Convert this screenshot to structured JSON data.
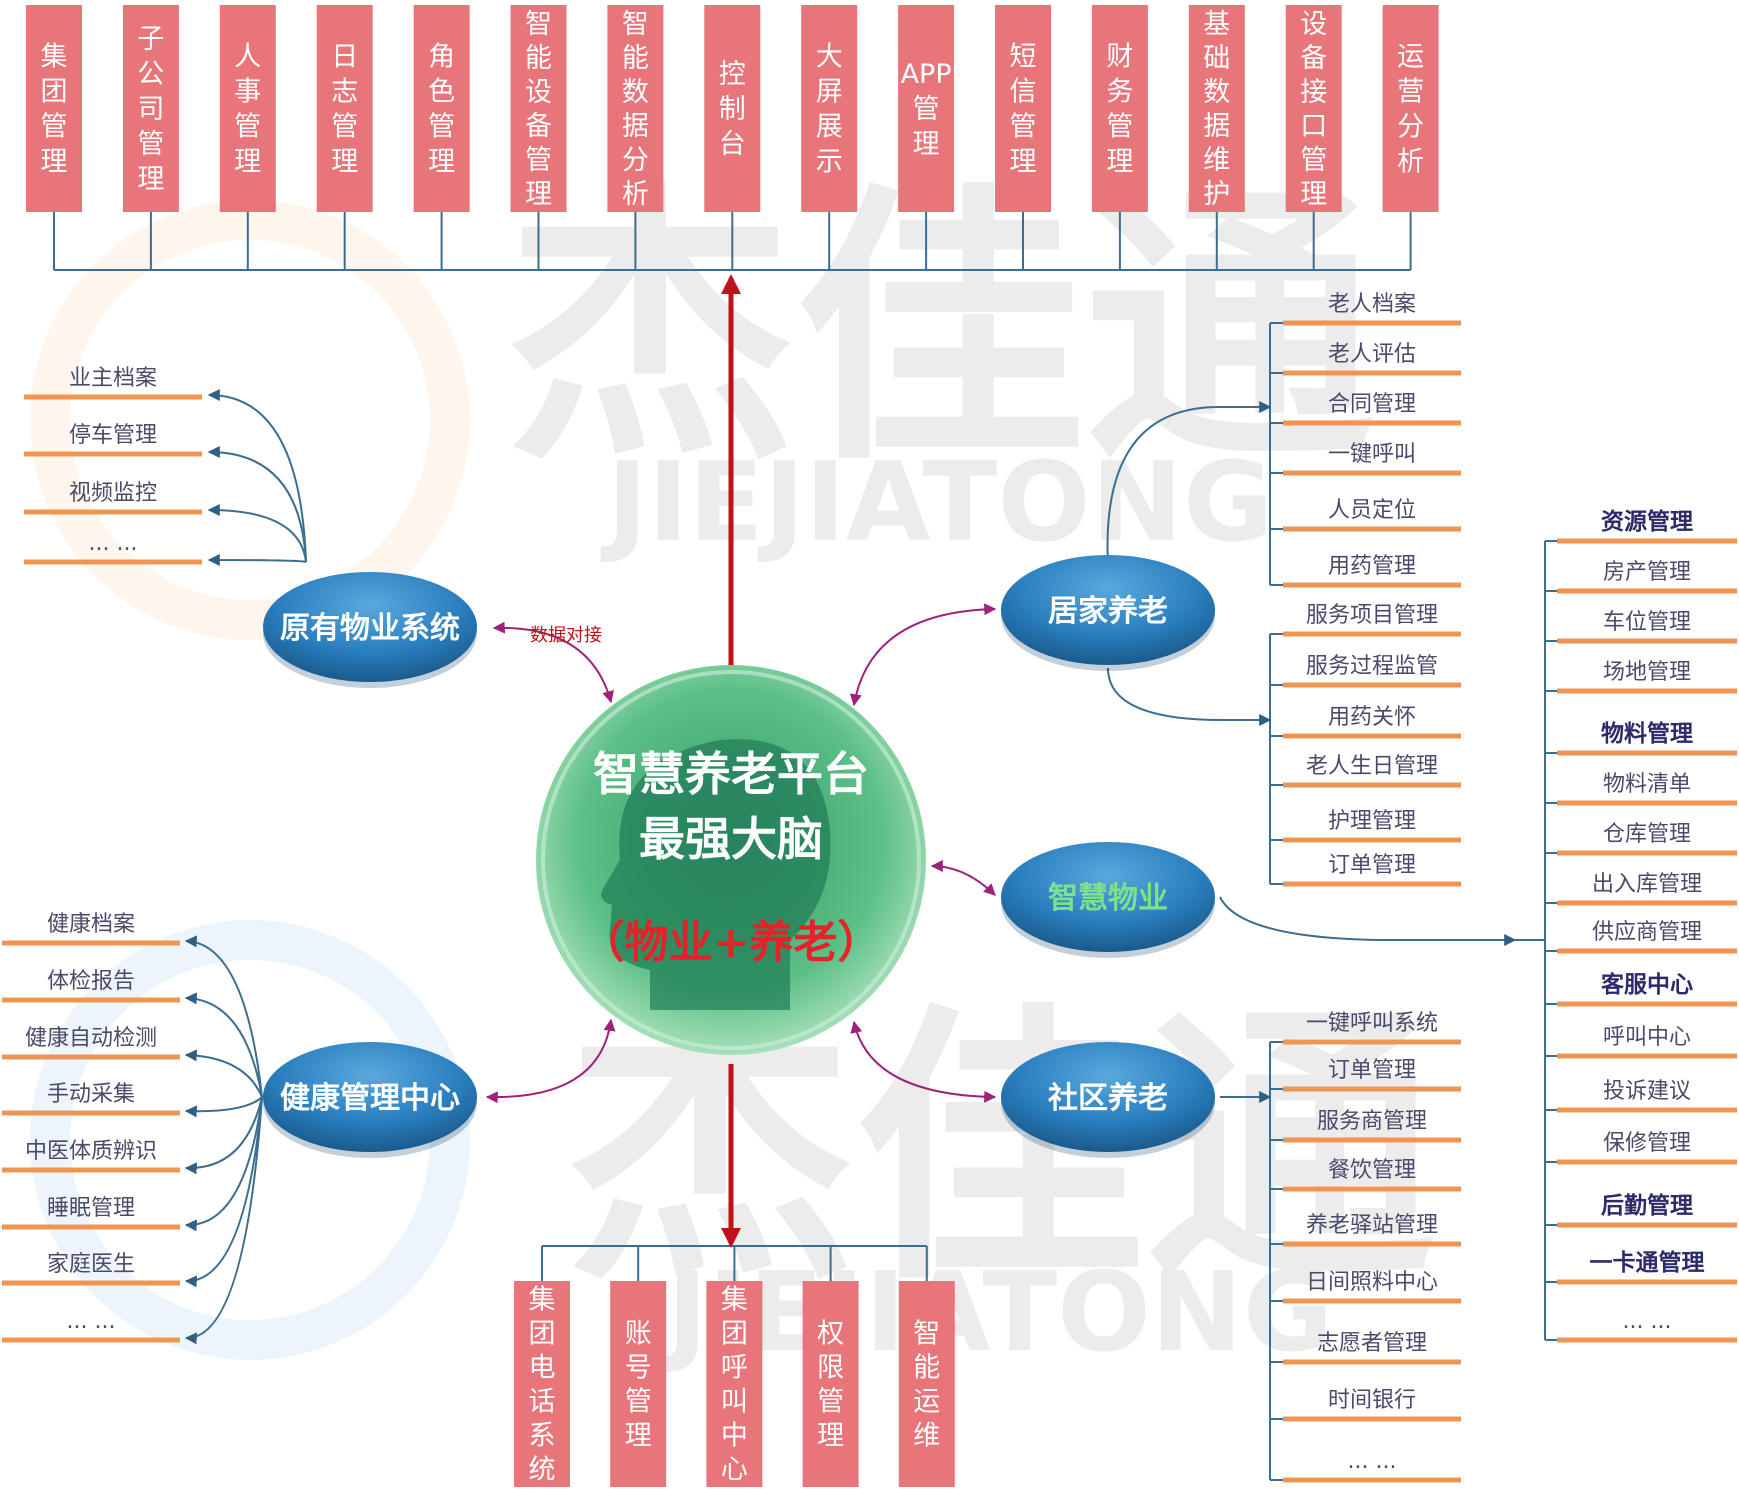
{
  "watermark": {
    "chinese": "杰佳通",
    "latin": "JIEJIATONG"
  },
  "center": {
    "line1": "智慧养老平台",
    "line2": "最强大脑",
    "line3": "（物业+养老）"
  },
  "data_link_label": "数据对接",
  "top_modules": [
    "集团管理",
    "子公司管理",
    "人事管理",
    "日志管理",
    "角色管理",
    "智能设备管理",
    "智能数据分析",
    "控制台",
    "大屏展示",
    "APP管理",
    "短信管理",
    "财务管理",
    "基础数据维护",
    "设备接口管理",
    "运营分析"
  ],
  "bottom_modules": [
    "集团电话系统",
    "账号管理",
    "集团呼叫中心",
    "权限管理",
    "智能运维"
  ],
  "property_system": {
    "label": "原有物业系统",
    "items": [
      "业主档案",
      "停车管理",
      "视频监控",
      "... ..."
    ]
  },
  "health_center": {
    "label": "健康管理中心",
    "items": [
      "健康档案",
      "体检报告",
      "健康自动检测",
      "手动采集",
      "中医体质辨识",
      "睡眠管理",
      "家庭医生",
      "... ..."
    ]
  },
  "home_care": {
    "label": "居家养老",
    "group_a": [
      "老人档案",
      "老人评估",
      "合同管理",
      "一键呼叫",
      "人员定位",
      "用药管理"
    ],
    "group_b": [
      "服务项目管理",
      "服务过程监管",
      "用药关怀",
      "老人生日管理",
      "护理管理",
      "订单管理"
    ]
  },
  "smart_property": {
    "label": "智慧物业",
    "items": [
      {
        "text": "资源管理",
        "bold": true
      },
      {
        "text": "房产管理",
        "bold": false
      },
      {
        "text": "车位管理",
        "bold": false
      },
      {
        "text": "场地管理",
        "bold": false
      },
      {
        "text": "物料管理",
        "bold": true
      },
      {
        "text": "物料清单",
        "bold": false
      },
      {
        "text": "仓库管理",
        "bold": false
      },
      {
        "text": "出入库管理",
        "bold": false
      },
      {
        "text": "供应商管理",
        "bold": false
      },
      {
        "text": "客服中心",
        "bold": true
      },
      {
        "text": "呼叫中心",
        "bold": false
      },
      {
        "text": "投诉建议",
        "bold": false
      },
      {
        "text": "保修管理",
        "bold": false
      },
      {
        "text": "后勤管理",
        "bold": true
      },
      {
        "text": "一卡通管理",
        "bold": true
      },
      {
        "text": "... ...",
        "bold": false
      }
    ]
  },
  "community_care": {
    "label": "社区养老",
    "items": [
      "一键呼叫系统",
      "订单管理",
      "服务商管理",
      "餐饮管理",
      "养老驿站管理",
      "日间照料中心",
      "志愿者管理",
      "时间银行",
      "... ..."
    ]
  },
  "colors": {
    "module_box": "#e8757a",
    "ellipse": "#2a7fbf",
    "underline": "#f0944f",
    "tree_line": "#3b6e8f",
    "red_arrow": "#c0101a",
    "purple_arrow": "#a0207a",
    "green_circle": "#3fae78",
    "branch_text": "#4a4a6a",
    "smart_property_text": "#7ee08a",
    "center_accent": "#e8202a"
  }
}
